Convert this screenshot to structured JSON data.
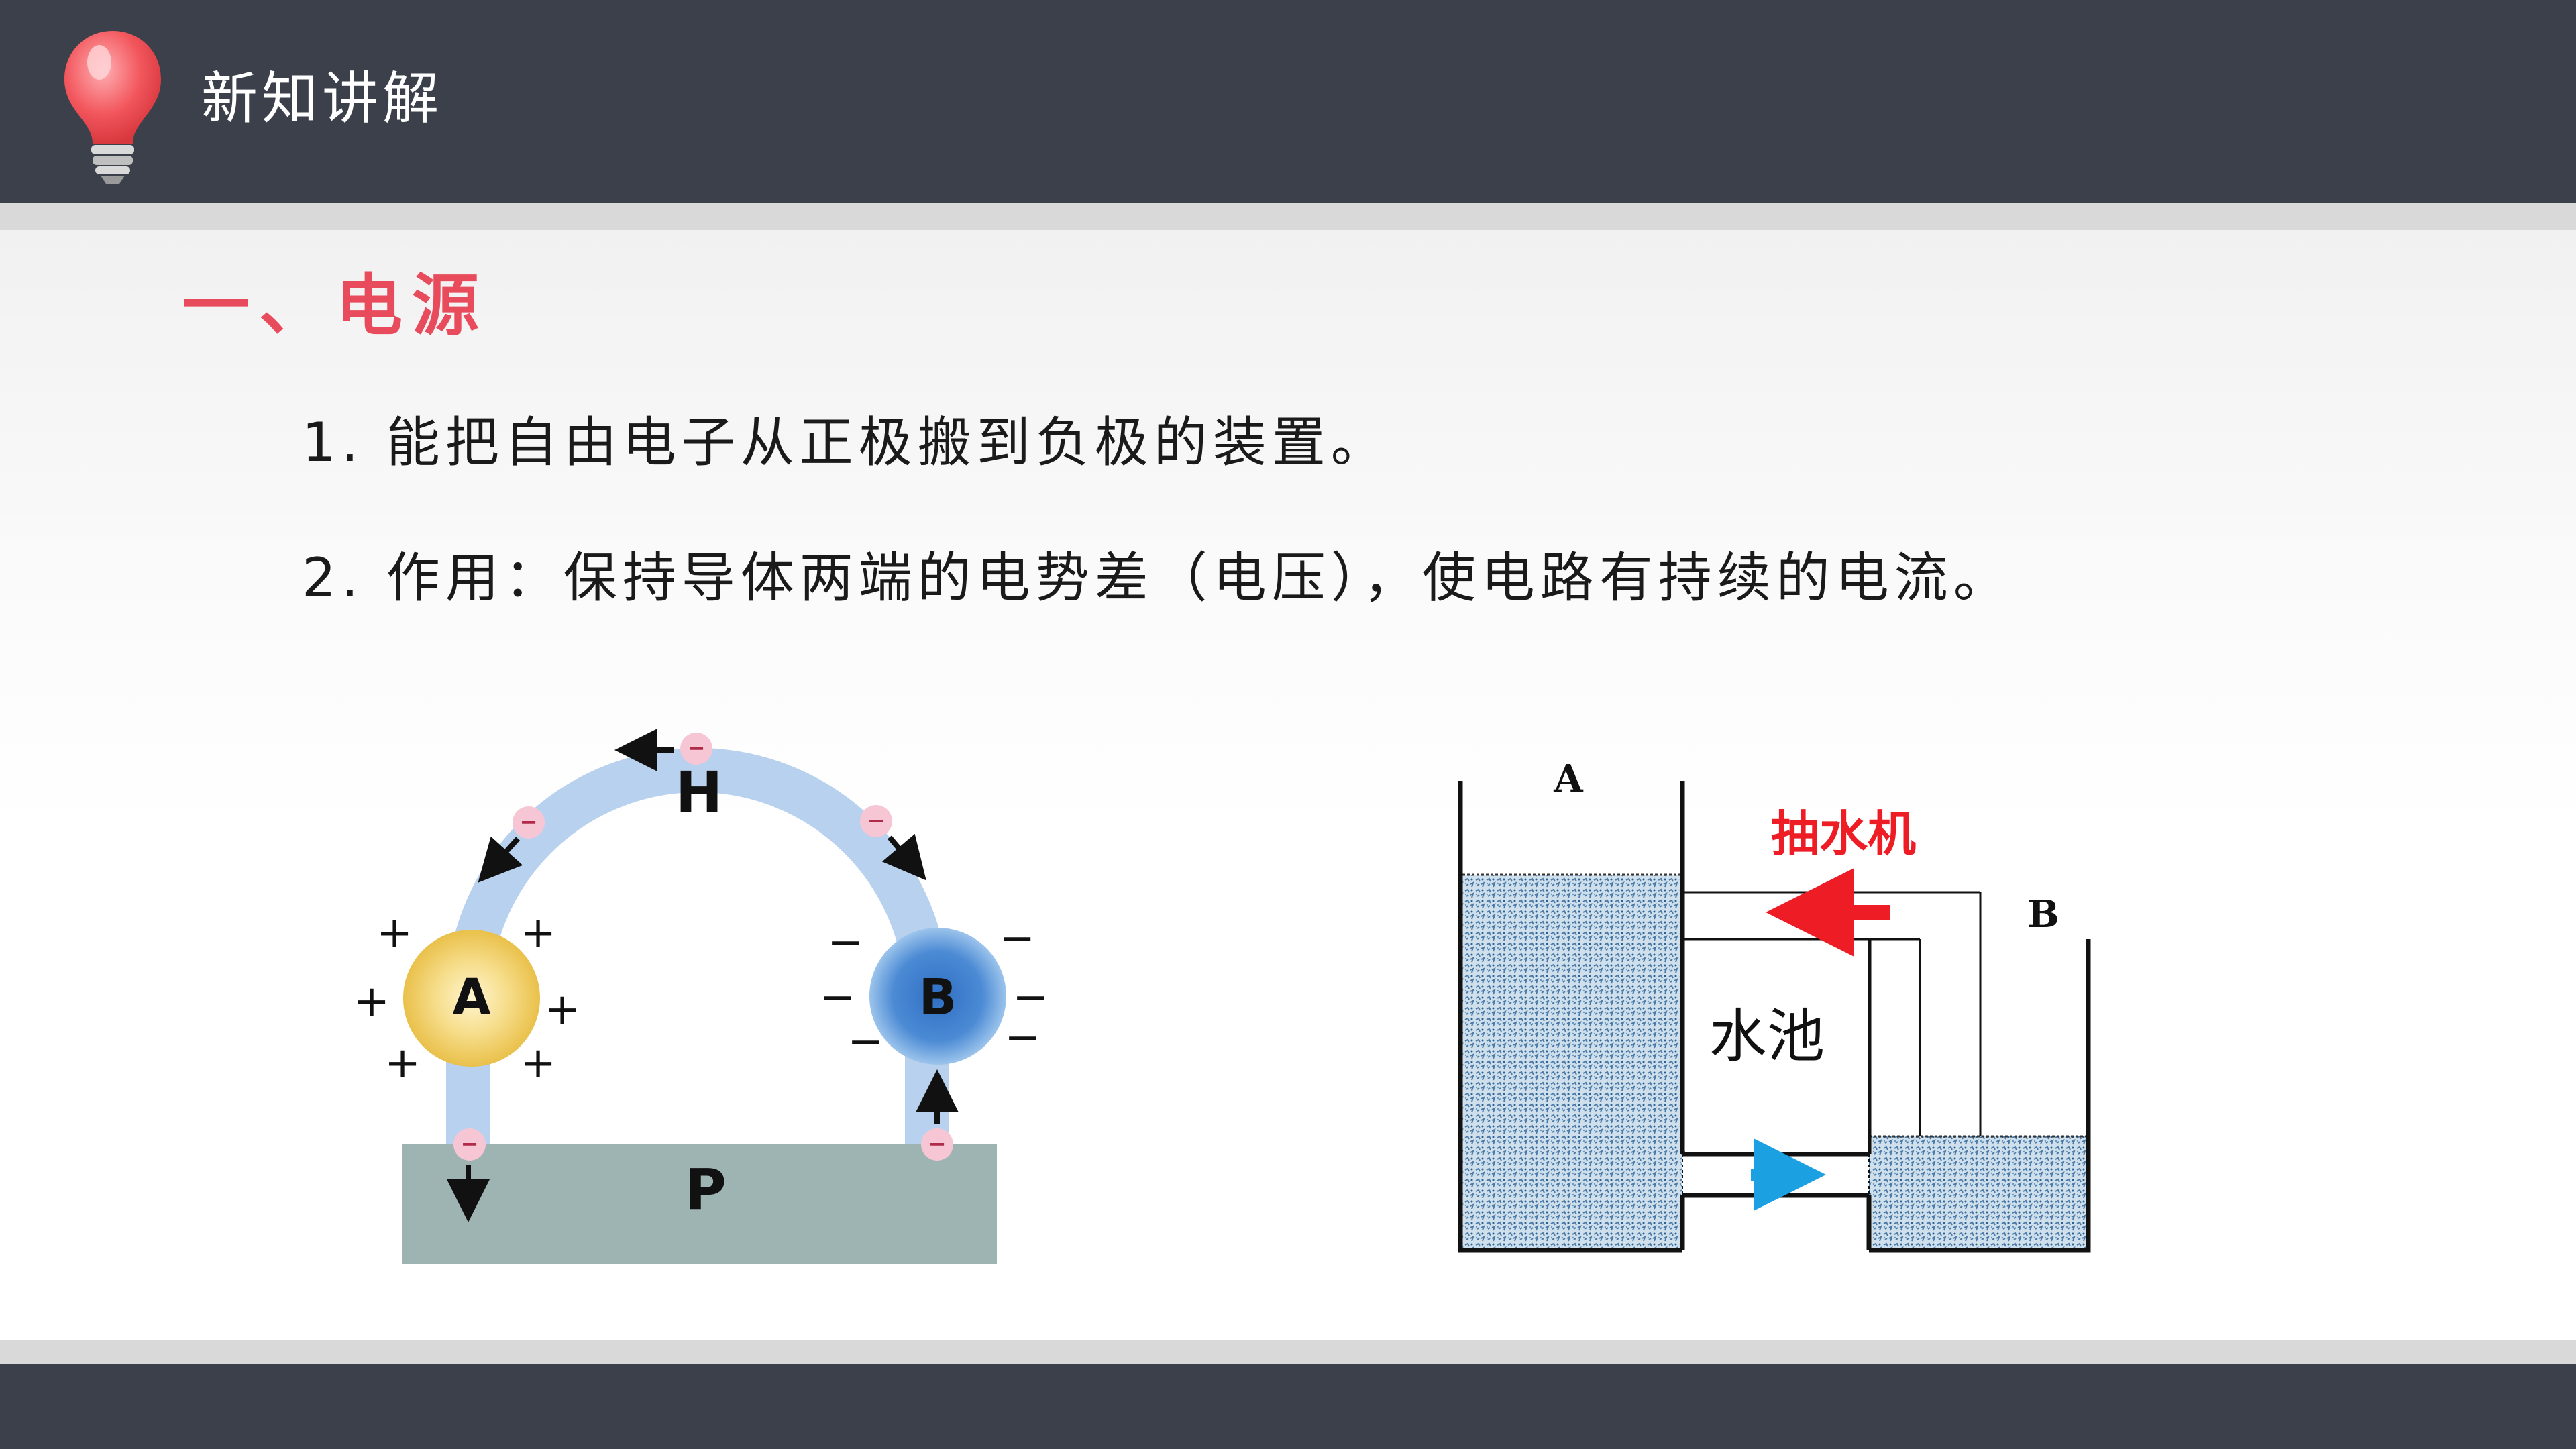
{
  "header": {
    "title": "新知讲解"
  },
  "section": {
    "title": "一、电源"
  },
  "points": [
    "1. 能把自由电子从正极搬到负极的装置。",
    "2. 作用：保持导体两端的电势差（电压），使电路有持续的电流。"
  ],
  "left_diagram": {
    "label_a": "A",
    "label_b": "B",
    "label_h": "H",
    "label_p": "P",
    "plus": "+",
    "minus": "−",
    "electron": "−"
  },
  "right_diagram": {
    "label_a": "A",
    "label_b": "B",
    "pump": "抽水机",
    "pool": "水池"
  },
  "colors": {
    "header_bg": "#3b404b",
    "accent_red": "#e84c5c",
    "pipe_blue": "#b8d1ee",
    "ball_a": "#f3cf62",
    "ball_b": "#4b8ad4",
    "ground": "#9db4b3",
    "pump_arrow": "#ee1c24",
    "flow_arrow": "#1ba1e2"
  }
}
